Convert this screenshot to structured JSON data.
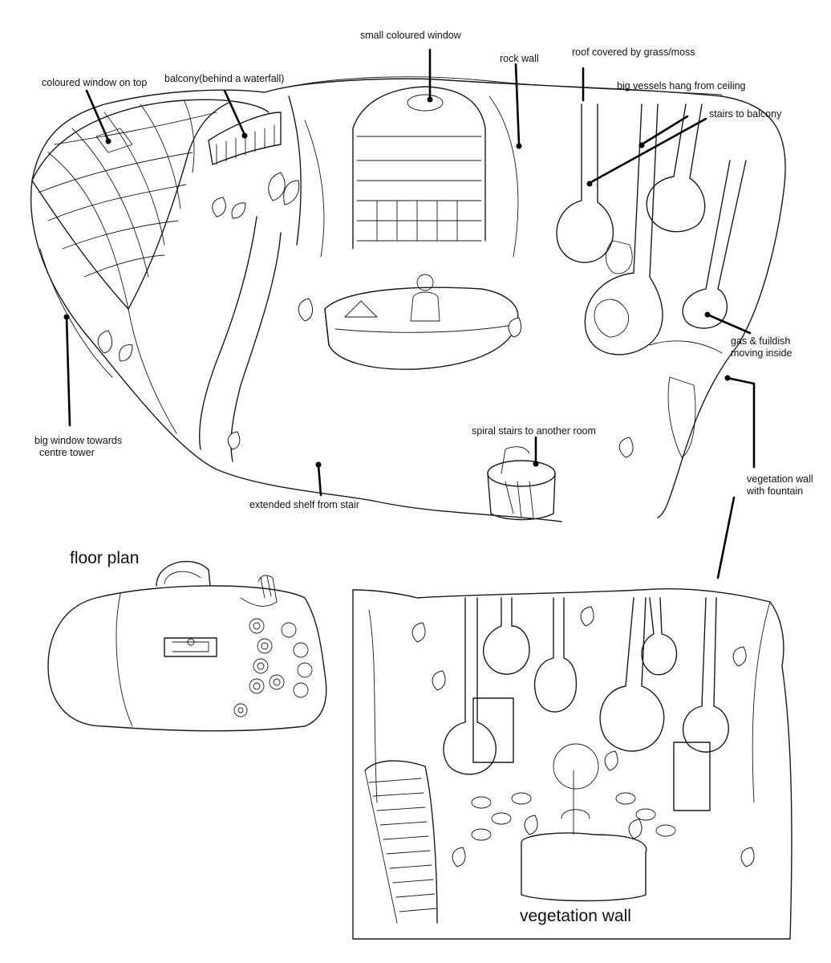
{
  "colors": {
    "ink": "#1a1a1a",
    "paper": "#ffffff"
  },
  "labels": {
    "small_coloured_window": "small coloured window",
    "rock_wall": "rock wall",
    "roof_covered": "roof covered by grass/moss",
    "big_vessels": "big vessels hang from ceiling",
    "coloured_window_top": "coloured window on top",
    "balcony": "balcony(behind a waterfall)",
    "stairs_to_balcony": "stairs to balcony",
    "gas_fluid_line1": "gas & fuildish",
    "gas_fluid_line2": "moving inside",
    "big_window_line1": "big window towards",
    "big_window_line2": "centre tower",
    "spiral_stairs": "spiral stairs to another room",
    "vegetation_wall_line1": "vegetation wall",
    "vegetation_wall_line2": "with fountain",
    "extended_shelf": "extended shelf from stair"
  },
  "titles": {
    "floor_plan": "floor plan",
    "vegetation_wall": "vegetation wall"
  }
}
